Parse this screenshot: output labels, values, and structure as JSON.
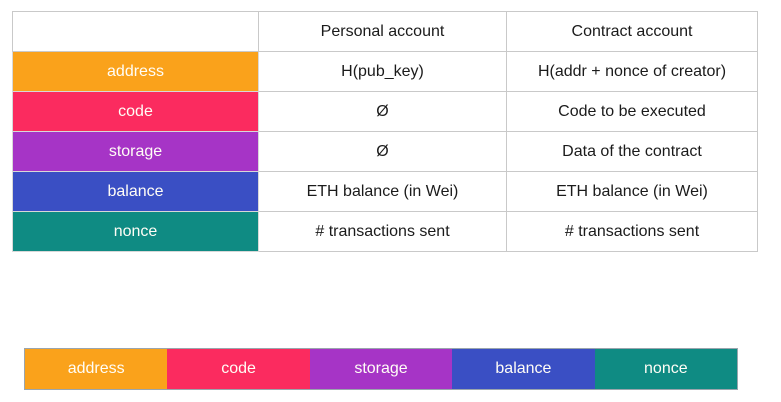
{
  "table": {
    "columns": [
      "",
      "Personal account",
      "Contract account"
    ],
    "rows": [
      {
        "label": "address",
        "color": "#FAA21B",
        "personal": "H(pub_key)",
        "contract": "H(addr + nonce of creator)"
      },
      {
        "label": "code",
        "color": "#FB2B5F",
        "personal": "Ø",
        "contract": "Code to be executed"
      },
      {
        "label": "storage",
        "color": "#A634C6",
        "personal": "Ø",
        "contract": "Data of the contract"
      },
      {
        "label": "balance",
        "color": "#3A4FC4",
        "personal": "ETH balance (in Wei)",
        "contract": "ETH balance (in Wei)"
      },
      {
        "label": "nonce",
        "color": "#0F8B83",
        "personal": "# transactions sent",
        "contract": "# transactions sent"
      }
    ]
  },
  "bar": {
    "segments": [
      {
        "label": "address",
        "color": "#FAA21B"
      },
      {
        "label": "code",
        "color": "#FB2B5F"
      },
      {
        "label": "storage",
        "color": "#A634C6"
      },
      {
        "label": "balance",
        "color": "#3A4FC4"
      },
      {
        "label": "nonce",
        "color": "#0F8B83"
      }
    ]
  }
}
